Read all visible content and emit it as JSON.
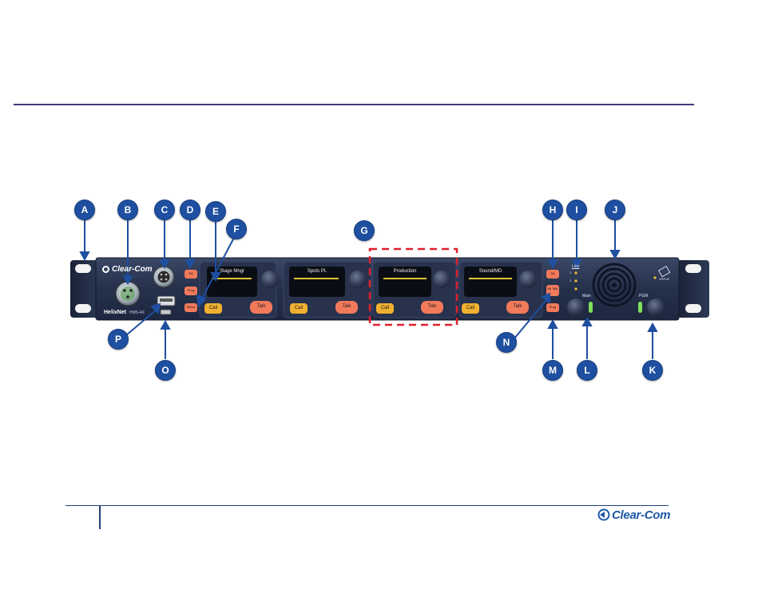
{
  "header": {
    "rule_color": "#3d3a78"
  },
  "footer": {
    "logo_text": "Clear-Com",
    "brand_color": "#1d57a6"
  },
  "device": {
    "brand": "Clear-Com",
    "model": "HelixNet",
    "model_code": "HMS-4X",
    "channels": [
      {
        "name": "Stage Mngr",
        "call": "Call",
        "talk": "Talk"
      },
      {
        "name": "Spots PL",
        "call": "Call",
        "talk": "Talk"
      },
      {
        "name": "Production",
        "call": "Call",
        "talk": "Talk"
      },
      {
        "name": "Sound/MD",
        "call": "Call",
        "talk": "Talk"
      }
    ],
    "left_buttons": [
      "SA",
      "Prog",
      "Menu"
    ],
    "right_buttons": [
      "SA",
      "All Talk",
      "Prog"
    ],
    "line_label": "Line",
    "line_numbers": [
      "1",
      "2"
    ],
    "main_label": "Main",
    "pgm_label": "PGM",
    "poe_label": "HXPoE"
  },
  "callouts": {
    "a": "A",
    "b": "B",
    "c": "C",
    "d": "D",
    "e": "E",
    "f": "F",
    "g": "G",
    "h": "H",
    "i": "I",
    "j": "J",
    "k": "K",
    "l": "L",
    "m": "M",
    "n": "N",
    "o": "O",
    "p": "P"
  },
  "colors": {
    "panel": "#2a3550",
    "callout": "#1e4fa0",
    "highlight_dash": "#e0202a",
    "talk_button": "#f07a5a",
    "call_button": "#f0b030",
    "led_green": "#7fe05a"
  }
}
